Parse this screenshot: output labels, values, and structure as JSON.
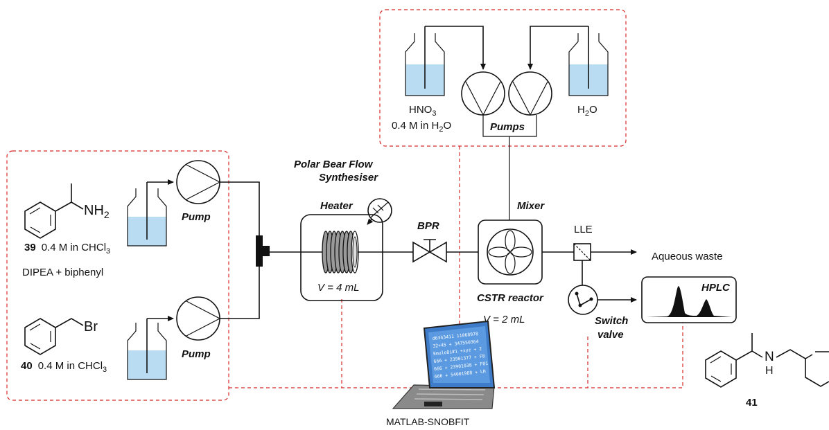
{
  "labels": {
    "polar_bear_line1": "Polar Bear Flow",
    "polar_bear_line2": "Synthesiser",
    "heater": "Heater",
    "heater_volume": "V = 4 mL",
    "bpr": "BPR",
    "mixer": "Mixer",
    "cstr": "CSTR reactor",
    "cstr_volume": "V = 2 mL",
    "lle": "LLE",
    "aqueous_waste": "Aqueous waste",
    "hplc": "HPLC",
    "switch_valve_line1": "Switch",
    "switch_valve_line2": "valve",
    "pumps": "Pumps",
    "pump_top": "Pump",
    "pump_bottom": "Pump",
    "matlab": "MATLAB-SNOBFIT"
  },
  "reagents": {
    "hno3_name": "HNO",
    "hno3_sub": "3",
    "hno3_conc_a": "0.4 M in H",
    "hno3_conc_sub": "2",
    "hno3_conc_b": "O",
    "water_h": "H",
    "water_sub": "2",
    "water_o": "O"
  },
  "compounds": {
    "c39_number": "39",
    "c39_conc": "0.4 M in CHCl",
    "c39_conc_sub": "3",
    "c39_additives": "DIPEA + biphenyl",
    "c39_group": "NH",
    "c39_group_sub": "2",
    "c40_number": "40",
    "c40_conc": "0.4 M in CHCl",
    "c40_conc_sub": "3",
    "c40_group": "Br",
    "c41_number": "41",
    "c41_group": "N",
    "c41_h": "H"
  },
  "laptop_screen_lines": [
    "d6343411 11068978",
    "32+45 + 347550364",
    "Emulo8i#1 +xyz + 2",
    "666 + 23901377 + F8",
    "666 + 23901038 + F01",
    "666 + 54001988 + LH"
  ],
  "colors": {
    "control_lines": "#d62828",
    "liquid": "#b9dcf3"
  }
}
